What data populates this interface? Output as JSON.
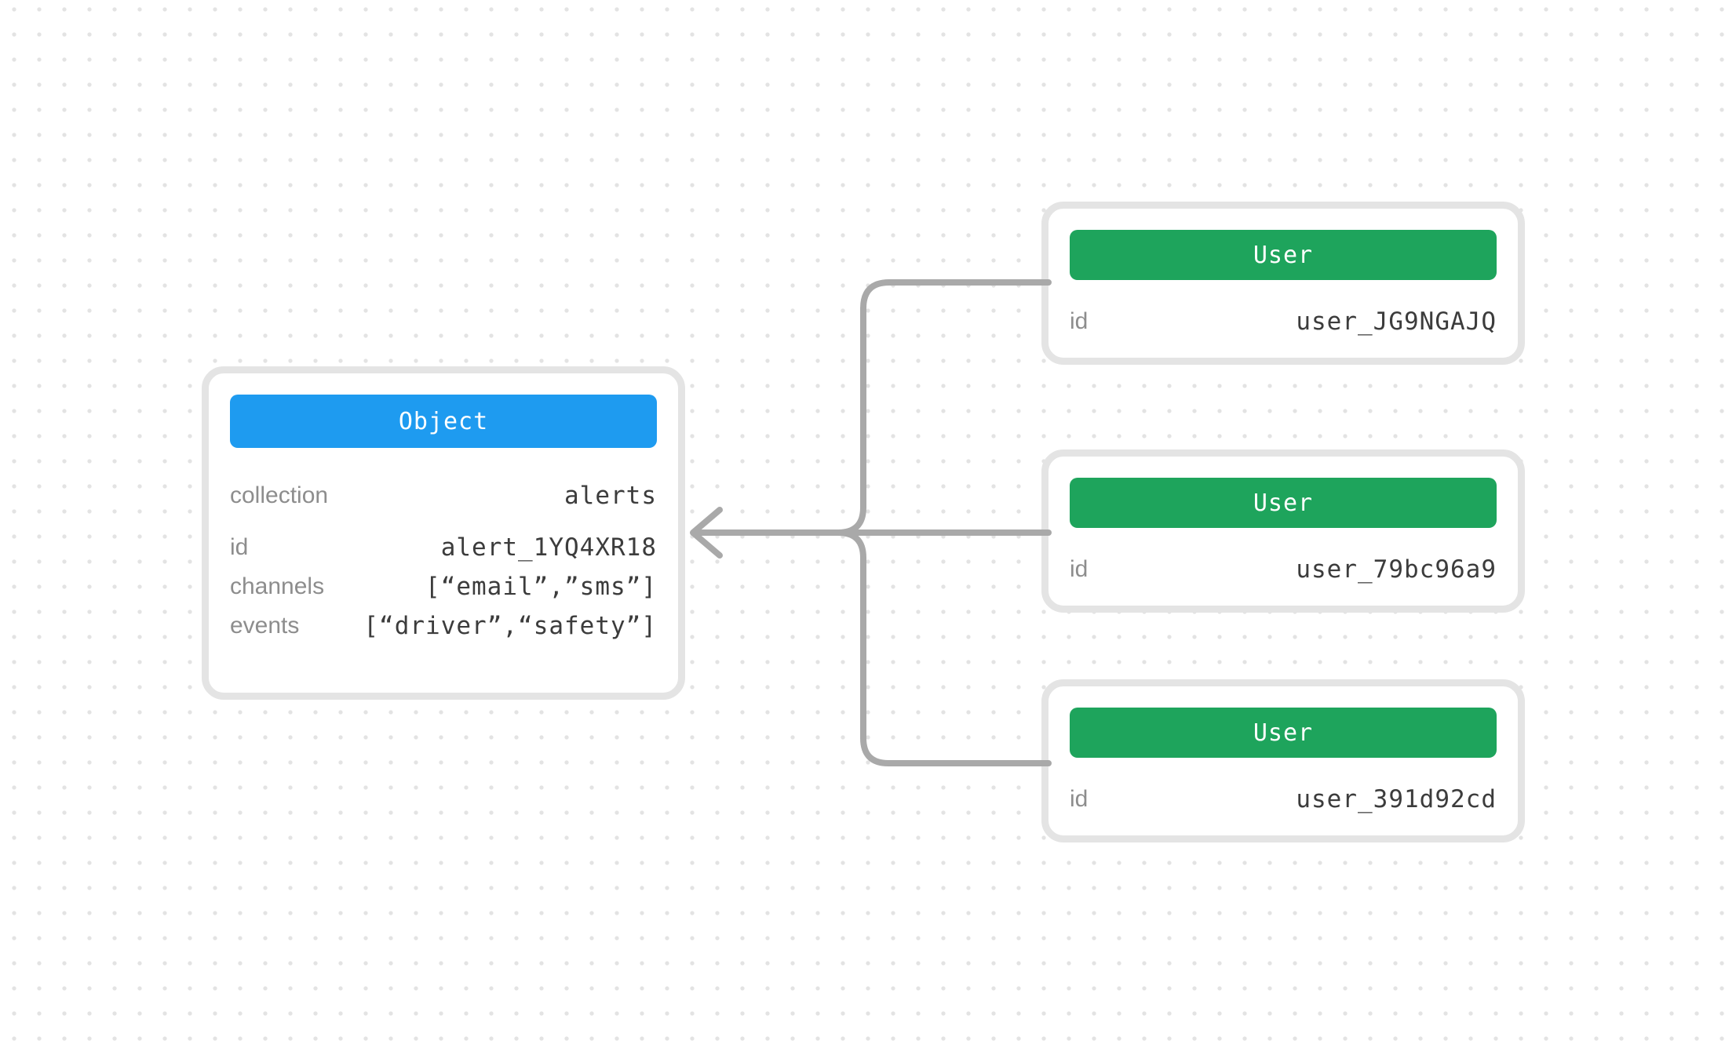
{
  "colors": {
    "object_header": "#1e9bf0",
    "user_header": "#1ea45c",
    "connector": "#a9a9a9",
    "card_border": "#e4e4e4",
    "label_text": "#8d8d8d",
    "value_text": "#3c3c3c",
    "dot": "#e3e3e3"
  },
  "object_card": {
    "header": "Object",
    "fields": [
      {
        "label": "collection",
        "value": "alerts"
      },
      {
        "label": "id",
        "value": "alert_1YQ4XR18"
      },
      {
        "label": "channels",
        "value": "[“email”,”sms”]"
      },
      {
        "label": "events",
        "value": "[“driver”,“safety”]"
      }
    ]
  },
  "user_cards": [
    {
      "header": "User",
      "fields": [
        {
          "label": "id",
          "value": "user_JG9NGAJQ"
        }
      ]
    },
    {
      "header": "User",
      "fields": [
        {
          "label": "id",
          "value": "user_79bc96a9"
        }
      ]
    },
    {
      "header": "User",
      "fields": [
        {
          "label": "id",
          "value": "user_391d92cd"
        }
      ]
    }
  ]
}
